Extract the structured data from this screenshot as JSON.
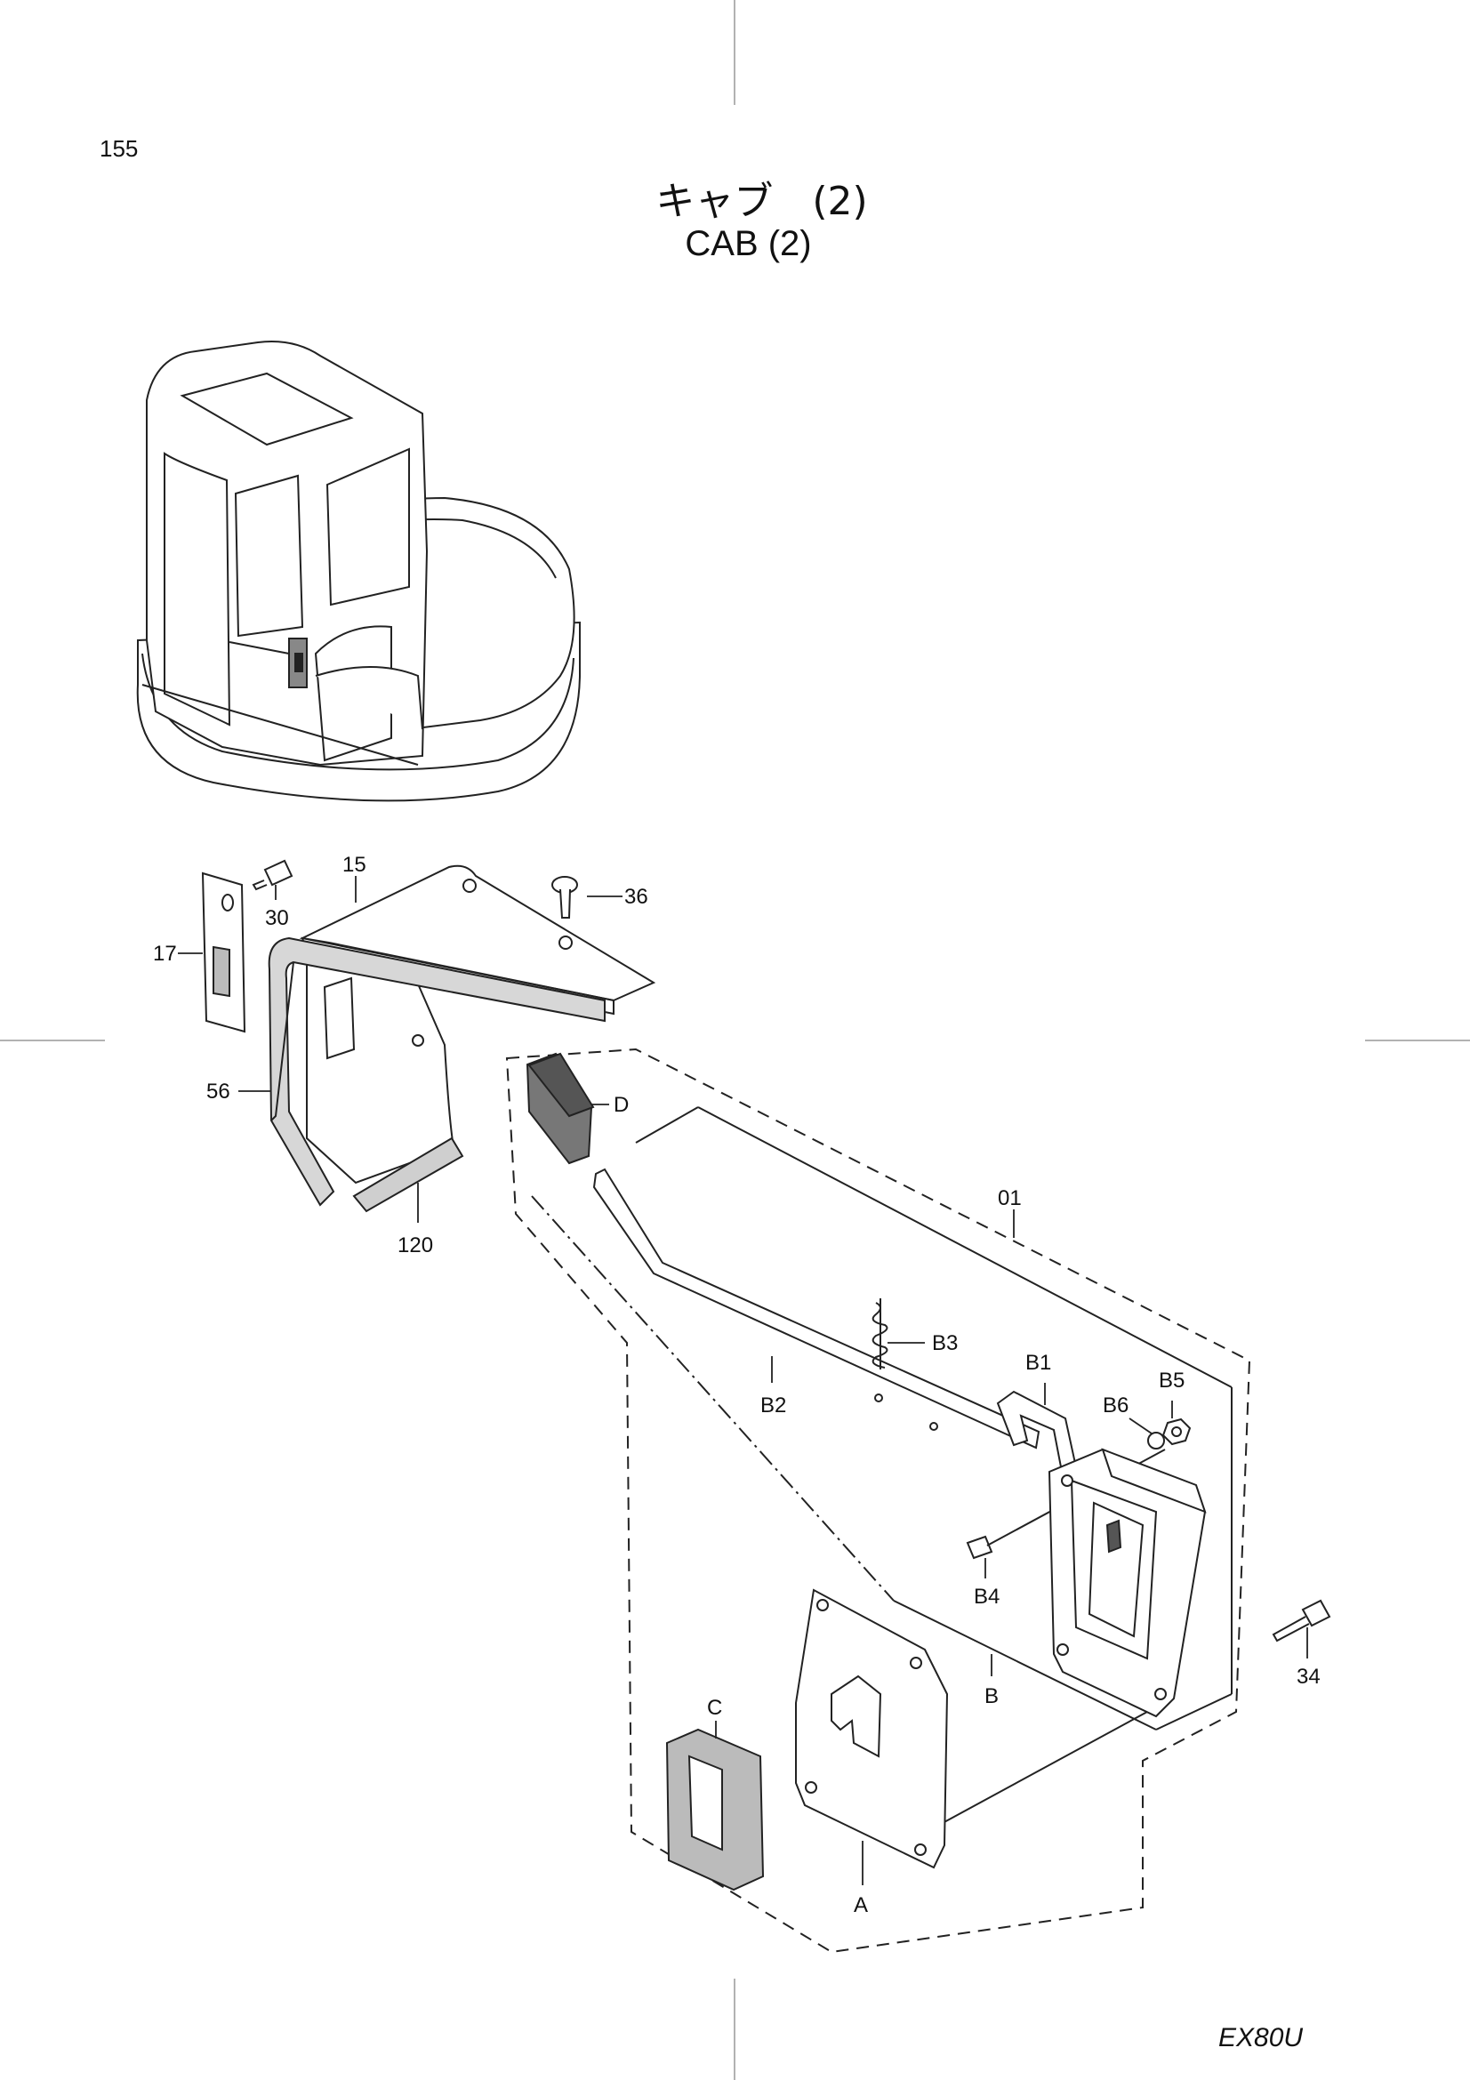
{
  "page_number": "155",
  "title_ja": "キャブ　(2)",
  "title_en": "CAB  (2)",
  "model_code": "EX80U",
  "callouts": [
    {
      "id": "15",
      "label": "15"
    },
    {
      "id": "30",
      "label": "30"
    },
    {
      "id": "36",
      "label": "36"
    },
    {
      "id": "17",
      "label": "17"
    },
    {
      "id": "56",
      "label": "56"
    },
    {
      "id": "120",
      "label": "120"
    },
    {
      "id": "D",
      "label": "D"
    },
    {
      "id": "01",
      "label": "01"
    },
    {
      "id": "B3",
      "label": "B3"
    },
    {
      "id": "B1",
      "label": "B1"
    },
    {
      "id": "B5",
      "label": "B5"
    },
    {
      "id": "B6",
      "label": "B6"
    },
    {
      "id": "B2",
      "label": "B2"
    },
    {
      "id": "B4",
      "label": "B4"
    },
    {
      "id": "34",
      "label": "34"
    },
    {
      "id": "B",
      "label": "B"
    },
    {
      "id": "C",
      "label": "C"
    },
    {
      "id": "A",
      "label": "A"
    }
  ]
}
